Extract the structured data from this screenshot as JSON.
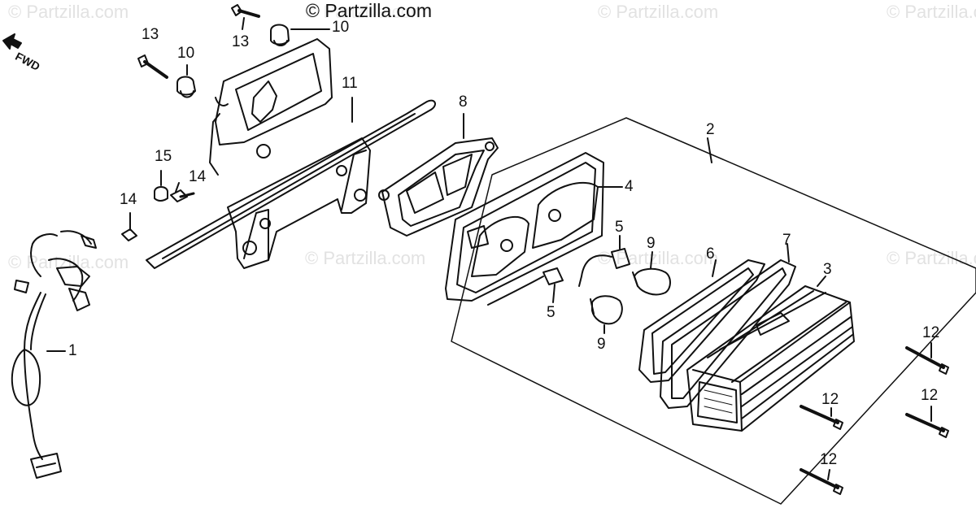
{
  "watermarks": [
    "© Partzilla.com",
    "© Partzilla.com",
    "© Partzilla.com",
    "© Partzilla.com",
    "© Partzilla.com",
    "© Partzilla.com",
    "© Partzilla.com",
    "© Partzilla.com"
  ],
  "copyright": "© Partzilla.com",
  "fwd_label": "FWD",
  "labels": {
    "l1": "1",
    "l2": "2",
    "l3": "3",
    "l4": "4",
    "l5a": "5",
    "l5b": "5",
    "l6": "6",
    "l7": "7",
    "l8": "8",
    "l9a": "9",
    "l9b": "9",
    "l10a": "10",
    "l10b": "10",
    "l11": "11",
    "l12a": "12",
    "l12b": "12",
    "l12c": "12",
    "l12d": "12",
    "l13a": "13",
    "l13b": "13",
    "l14a": "14",
    "l14b": "14",
    "l15": "15"
  }
}
